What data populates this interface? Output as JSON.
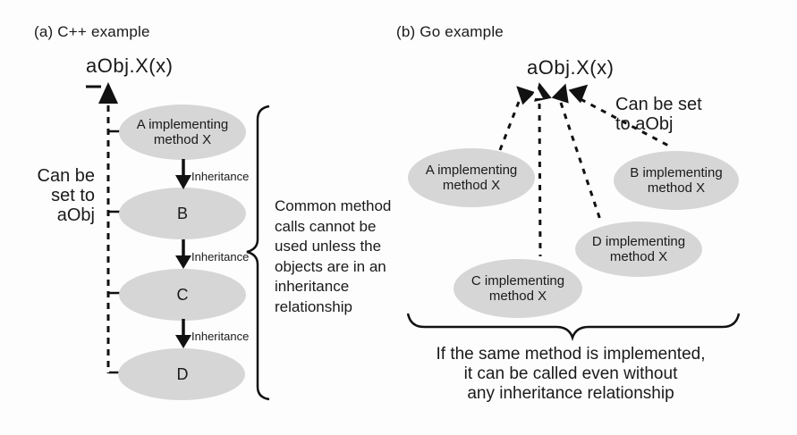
{
  "panel_a": {
    "title": "(a) C++ example",
    "call_label": "aObj.X(x)",
    "side_note": "Can be\nset to\naObj",
    "nodes": [
      {
        "label": "A implementing\nmethod X"
      },
      {
        "label": "B"
      },
      {
        "label": "C"
      },
      {
        "label": "D"
      }
    ],
    "edge_label": "Inheritance",
    "brace_note": "Common method\ncalls cannot be\nused unless the\nobjects are in an\ninheritance\nrelationship"
  },
  "panel_b": {
    "title": "(b) Go example",
    "call_label": "aObj.X(x)",
    "side_note": "Can be set\nto aObj",
    "nodes": [
      {
        "label": "A implementing\nmethod X"
      },
      {
        "label": "B implementing\nmethod X"
      },
      {
        "label": "C implementing\nmethod X"
      },
      {
        "label": "D implementing\nmethod X"
      }
    ],
    "bottom_note": "If the same method is implemented,\nit can be called even without\nany inheritance relationship"
  },
  "colors": {
    "node_fill": "#d6d6d6",
    "line": "#111111",
    "text": "#1a1a1a",
    "background": "#fdfdfd"
  }
}
